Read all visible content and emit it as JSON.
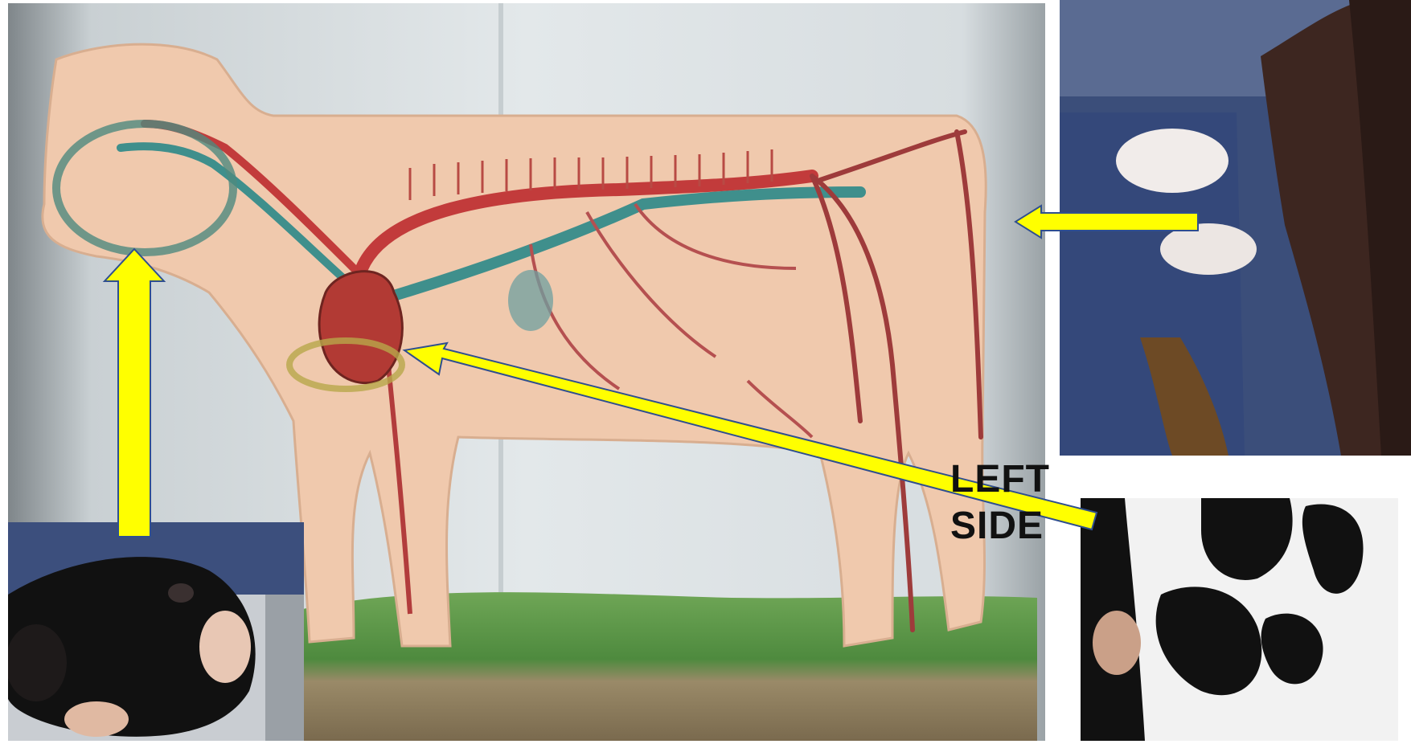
{
  "labels": {
    "side_line1": "LEFT",
    "side_line2": "SIDE"
  },
  "colors": {
    "arrow_fill": "#ffff00",
    "arrow_stroke": "#2f4f8f",
    "wall": "#d9dfe1",
    "cow_body": "#f0c9ad",
    "artery": "#c23b3b",
    "vein": "#3f8f8c",
    "grass": "#5f9a4a",
    "ground": "#8b7b5c"
  },
  "icons": {
    "arrow": "block-arrow"
  }
}
